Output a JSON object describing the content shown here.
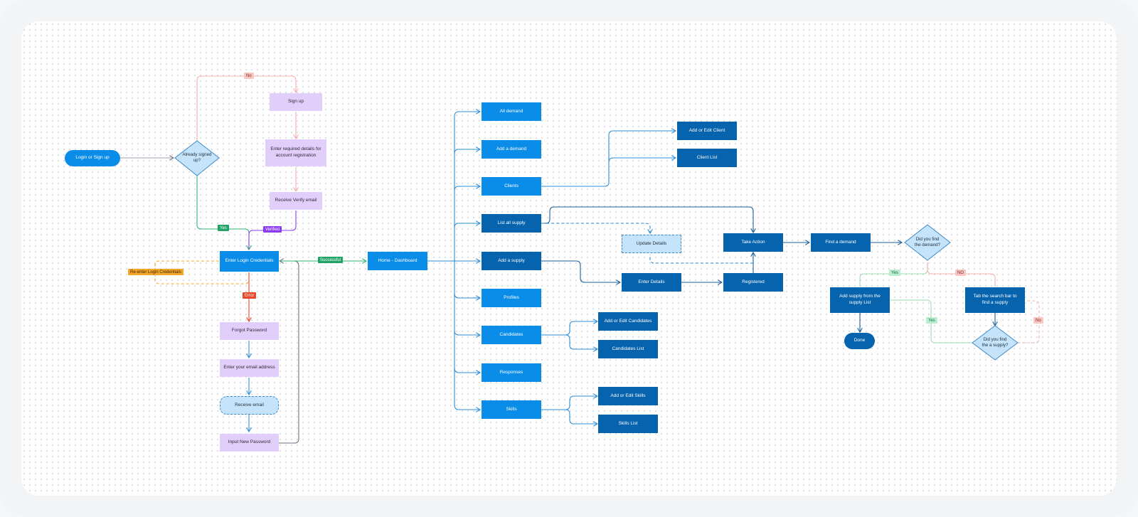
{
  "colors": {
    "light_blue": "#0a8ce9",
    "dark_blue": "#0663ae",
    "purple": "#e2cefb",
    "pale_blue": "#c5e4fb",
    "green": "#21a366",
    "violet": "#8b3cf0",
    "red": "#e8472a",
    "orange": "#f4a52a"
  },
  "nodes": {
    "login_signup": "Login or Sign up",
    "already_signed_up": "Already signed up?",
    "sign_up": "Sign up",
    "enter_required_details": "Enter required details for account registration",
    "receive_verify_email": "Receive Verify email",
    "enter_login_credentials": "Enter Login Credentials",
    "forgot_password": "Forgot Password",
    "enter_email_address": "Enter your email address",
    "receive_email": "Receive email",
    "input_new_password": "Input New Password",
    "home_dashboard": "Home - Dashboard",
    "all_demand": "All demand",
    "add_demand": "Add a demand",
    "clients": "Clients",
    "list_all_supply": "List all supply",
    "add_supply": "Add a supply",
    "profiles": "Profiles",
    "candidates": "Candidates",
    "responses": "Responses",
    "skills": "Skills",
    "add_edit_client": "Add or Edit Client",
    "client_list": "Client List",
    "update_details": "Update Details",
    "enter_details": "Enter Details",
    "registered": "Registered",
    "take_action": "Take Action",
    "find_demand": "Find a demand",
    "did_you_find_demand": "Did you find the demand?",
    "add_supply_from_list": "Add supply from the supply List",
    "tab_search_bar": "Tab the search bar to find a supply",
    "did_you_find_supply": "Did you find the a supply?",
    "done": "Done",
    "add_edit_candidates": "Add or Edit Candidates",
    "candidates_list": "Candidates  List",
    "add_edit_skills": "Add or Edit Skills",
    "skills_list": "Skills  List"
  },
  "labels": {
    "no_top": "No",
    "yes_left": "Yes",
    "verified": "Verified",
    "successful": "Successful",
    "re_enter_credentials": "Re-enter Login Credentials",
    "error": "Error",
    "yes_demand": "Yes",
    "no_demand": "NO",
    "yes_supply": "Yes",
    "no_supply": "No"
  }
}
